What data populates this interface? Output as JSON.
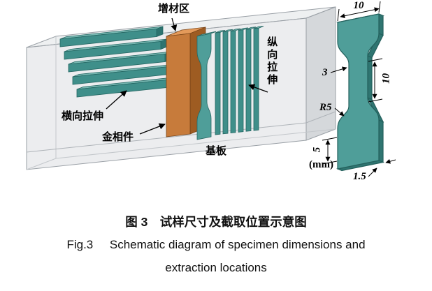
{
  "figure": {
    "block_labels": {
      "additive_zone": "增材区",
      "longitudinal_tensile": "纵向拉伸",
      "transverse_tensile": "横向拉伸",
      "metallographic_piece": "金相件",
      "substrate": "基板"
    },
    "specimen_dims": {
      "top_width": "10",
      "gauge_width": "3",
      "gauge_length": "10",
      "fillet_radius": "R5",
      "grip_height": "5",
      "unit": "(mm)",
      "thickness": "1.5"
    },
    "colors": {
      "specimen_teal": "#4f9e99",
      "specimen_teal_dark": "#2f7571",
      "metallographic_orange": "#c77b3b",
      "substrate_gray": "#d9dcdf"
    }
  },
  "caption": {
    "zh": "图 3　试样尺寸及截取位置示意图",
    "en_line1": "Fig.3     Schematic diagram of specimen dimensions and",
    "en_line2": "extraction locations"
  }
}
